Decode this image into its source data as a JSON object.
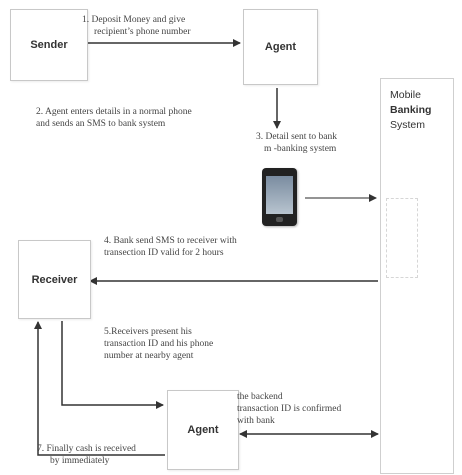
{
  "nodes": {
    "sender": "Sender",
    "agent_top": "Agent",
    "receiver": "Receiver",
    "agent_bottom": "Agent",
    "mobile_banking": {
      "line1": "Mobile",
      "line2": "Banking",
      "line3": "System"
    }
  },
  "steps": {
    "step1": {
      "line1": "1. Deposit Money and give",
      "line2": "recipient’s phone number"
    },
    "step2": {
      "line1": "2. Agent enters details in a normal phone",
      "line2": "and sends an SMS to bank system"
    },
    "step3": {
      "line1": "3. Detail sent to bank",
      "line2": "m -banking system"
    },
    "step4": {
      "line1": "4. Bank send SMS to receiver with",
      "line2": "transection ID valid for 2 hours"
    },
    "step5": {
      "line1": "5.Receivers present his",
      "line2": "transaction ID and his phone",
      "line3": "number at nearby agent"
    },
    "step6": {
      "line1": "the backend",
      "line2": "transaction ID is confirmed",
      "line3": "with bank"
    },
    "step7": {
      "line1": "7. Finally cash is received",
      "line2": "by immediately"
    }
  }
}
